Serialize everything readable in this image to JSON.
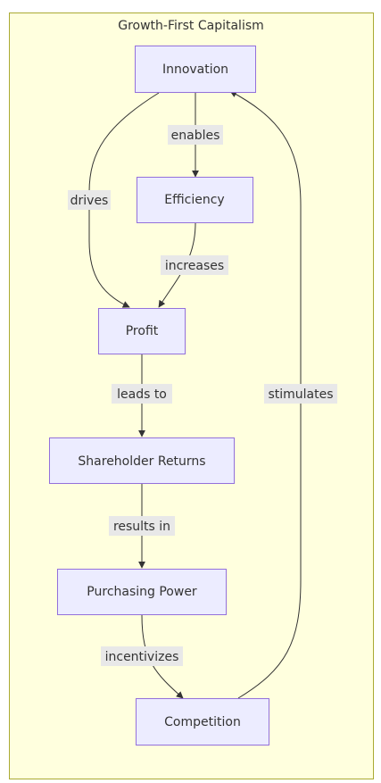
{
  "diagram": {
    "title": "Growth-First Capitalism",
    "colors": {
      "background": "#ffffde",
      "frame_border": "#aaaa33",
      "node_fill": "#ececff",
      "node_border": "#9370db",
      "edge": "#333333",
      "edge_label_bg": "#e8e8e8"
    },
    "nodes": {
      "innovation": "Innovation",
      "efficiency": "Efficiency",
      "profit": "Profit",
      "shareholder_returns": "Shareholder Returns",
      "purchasing_power": "Purchasing Power",
      "competition": "Competition"
    },
    "edges": [
      {
        "from": "innovation",
        "to": "efficiency",
        "label": "enables"
      },
      {
        "from": "innovation",
        "to": "profit",
        "label": "drives"
      },
      {
        "from": "efficiency",
        "to": "profit",
        "label": "increases"
      },
      {
        "from": "profit",
        "to": "shareholder_returns",
        "label": "leads to"
      },
      {
        "from": "shareholder_returns",
        "to": "purchasing_power",
        "label": "results in"
      },
      {
        "from": "purchasing_power",
        "to": "competition",
        "label": "incentivizes"
      },
      {
        "from": "competition",
        "to": "innovation",
        "label": "stimulates"
      }
    ]
  }
}
